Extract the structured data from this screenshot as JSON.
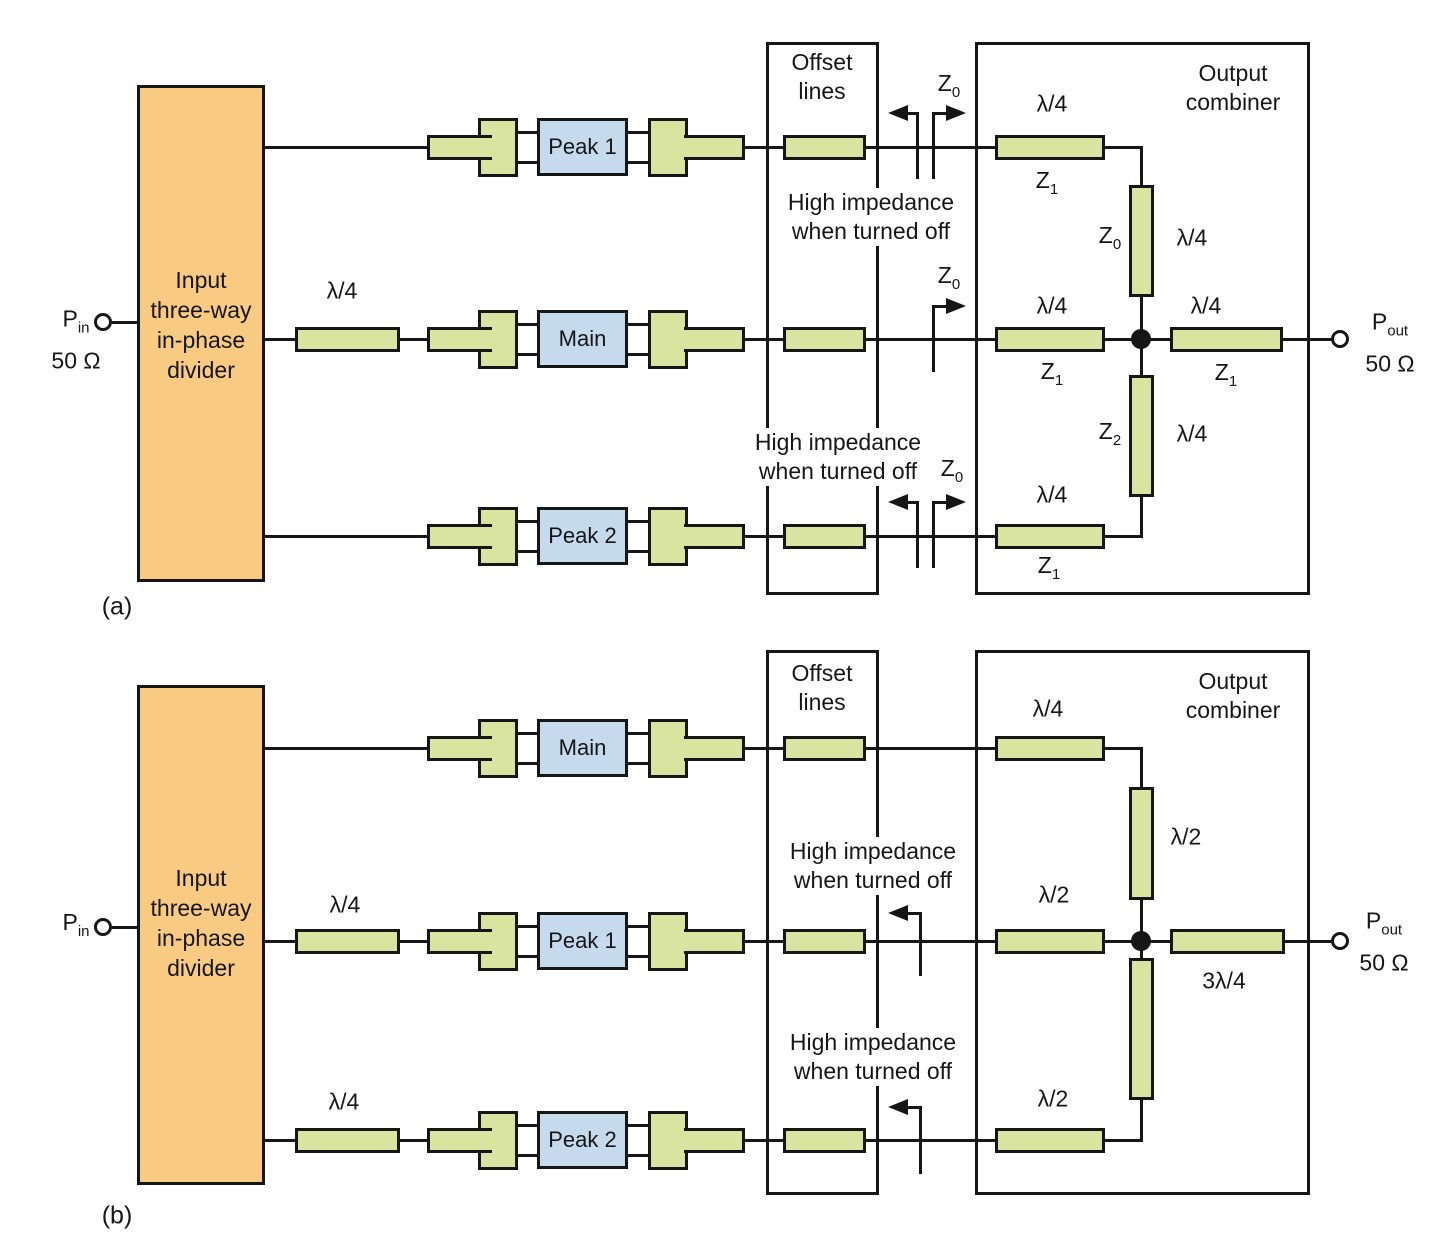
{
  "colors": {
    "line": "#161616",
    "transmission_line": "#d8e4a0",
    "divider": "#f9cb82",
    "amplifier": "#c6daee"
  },
  "shared": {
    "quarter_wave": "λ/4",
    "half_wave": "λ/2",
    "three_quarter_wave": "3λ/4",
    "z": "Z",
    "sub_0": "0",
    "sub_1": "1",
    "sub_2": "2",
    "p": "P",
    "sub_in": "in",
    "sub_out": "out",
    "fifty_ohm": "50 Ω",
    "offset_line1": "Offset",
    "offset_line2": "lines",
    "combiner_line1": "Output",
    "combiner_line2": "combiner",
    "divider_line1": "Input",
    "divider_line2": "three-way",
    "divider_line3": "in-phase",
    "divider_line4": "divider",
    "hi_z_line1": "High impedance",
    "hi_z_line2": "when turned off"
  },
  "diagram_a": {
    "caption": "(a)",
    "amp_top": "Peak 1",
    "amp_mid": "Main",
    "amp_bottom": "Peak 2"
  },
  "diagram_b": {
    "caption": "(b)",
    "amp_top": "Main",
    "amp_mid": "Peak 1",
    "amp_bottom": "Peak 2"
  }
}
